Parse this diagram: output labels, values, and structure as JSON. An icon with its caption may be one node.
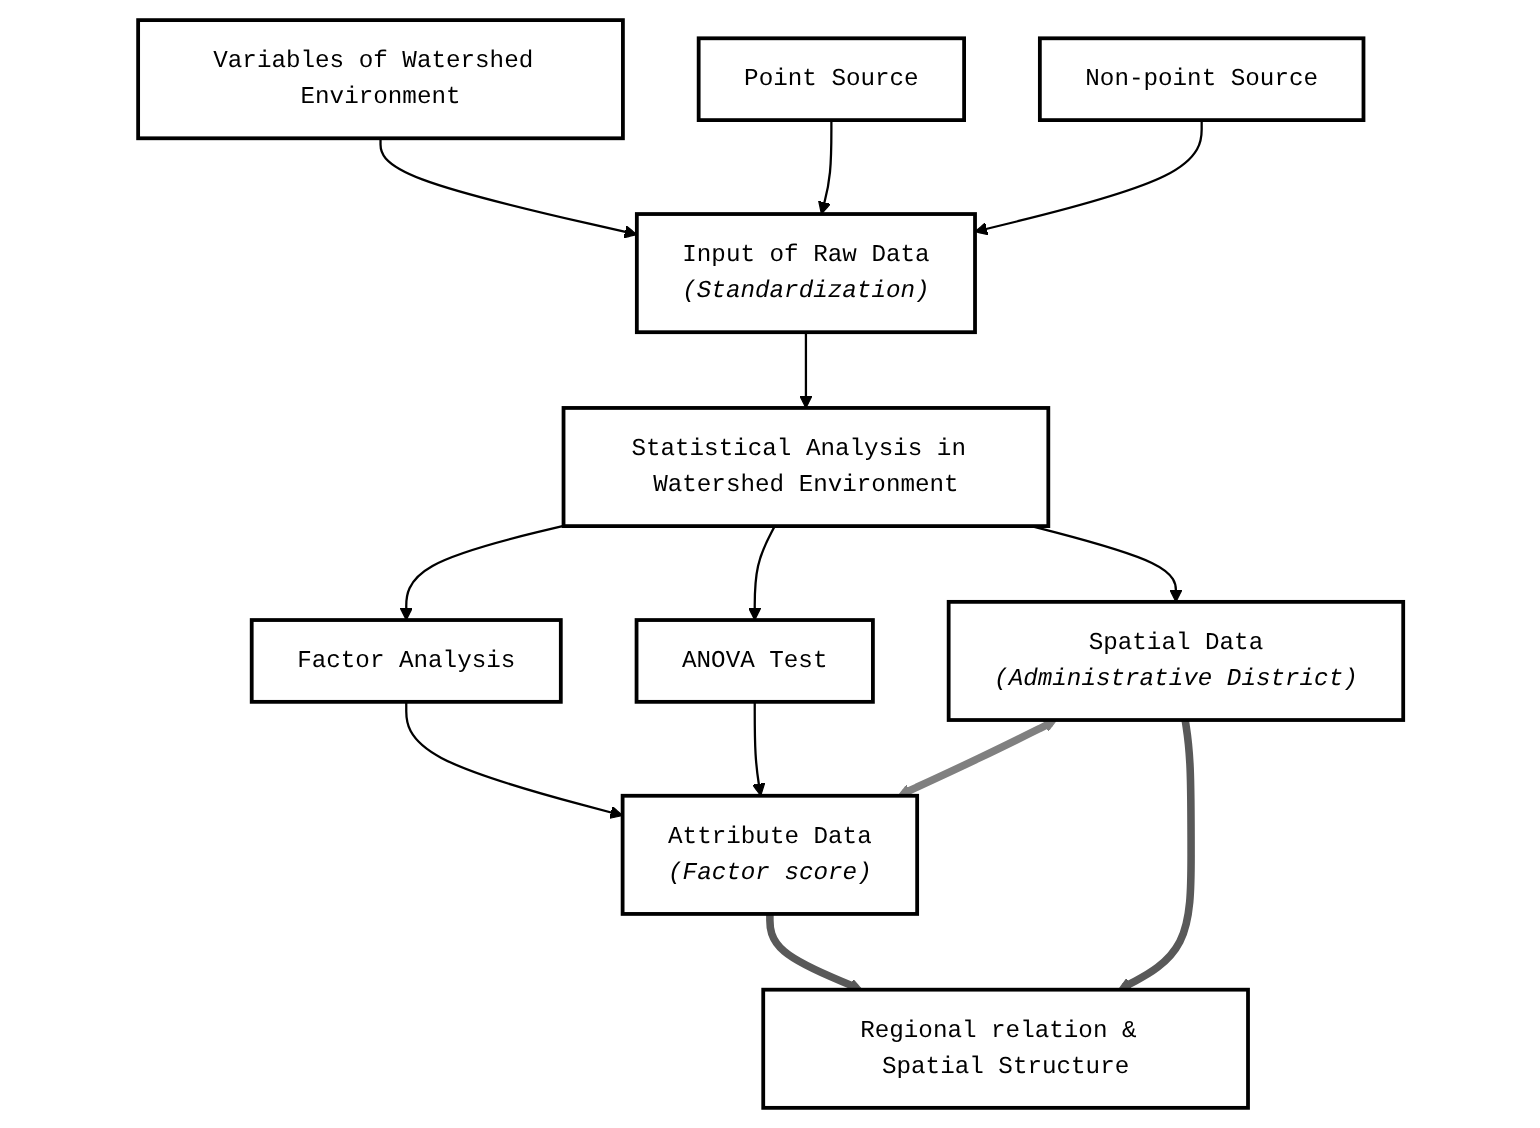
{
  "diagram": {
    "nodes": [
      {
        "text": [
          "Variables of Watershed Environment"
        ]
      },
      {
        "text": [
          "Point Source"
        ]
      },
      {
        "text": [
          "Non-point Source"
        ]
      },
      {
        "text": [
          "Input of Raw Data",
          "(Standardization)"
        ]
      },
      {
        "text": [
          "Statistical Analysis in Watershed Environment"
        ]
      },
      {
        "text": [
          "Factor Analysis"
        ]
      },
      {
        "text": [
          "ANOVA Test"
        ]
      },
      {
        "text": [
          "Spatial Data",
          "(Administrative District)"
        ]
      },
      {
        "text": [
          "Attribute Data",
          "(Factor score)"
        ]
      },
      {
        "text": [
          "Regional relation & Spatial Structure"
        ]
      }
    ],
    "edges": [
      {
        "from": 0,
        "to": 3,
        "arrow": "to"
      },
      {
        "from": 1,
        "to": 3,
        "arrow": "to"
      },
      {
        "from": 2,
        "to": 3,
        "arrow": "to"
      },
      {
        "from": 3,
        "to": 4,
        "arrow": "to"
      },
      {
        "from": 4,
        "to": 5,
        "arrow": "to"
      },
      {
        "from": 4,
        "to": 6,
        "arrow": "to"
      },
      {
        "from": 5,
        "to": 8,
        "arrow": "to"
      },
      {
        "from": 6,
        "to": 8,
        "arrow": "to"
      },
      {
        "from": 4,
        "to": 7,
        "arrow": "to"
      },
      {
        "from": 7,
        "to": 8,
        "arrow": "both",
        "style": "thick",
        "color": "#808080"
      },
      {
        "from": 7,
        "to": 9,
        "arrow": "to",
        "style": "thick",
        "color": "#595959"
      },
      {
        "from": 8,
        "to": 9,
        "arrow": "to",
        "style": "thick",
        "color": "#595959"
      }
    ]
  }
}
